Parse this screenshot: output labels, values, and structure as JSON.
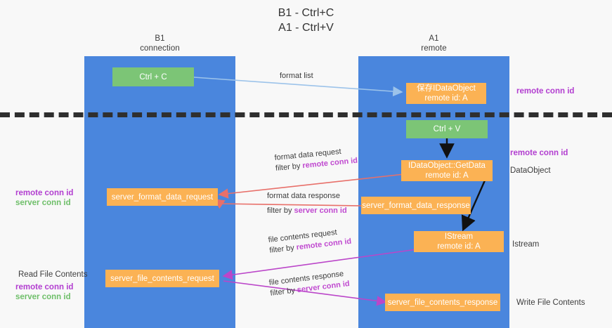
{
  "title": {
    "line1": "B1 - Ctrl+C",
    "line2": "A1 - Ctrl+V"
  },
  "lanes": [
    {
      "id": "b1",
      "title_line1": "B1",
      "title_line2": "connection",
      "color": "#4a86dd"
    },
    {
      "id": "a1",
      "title_line1": "A1",
      "title_line2": "remote",
      "color": "#4a86dd"
    }
  ],
  "nodes": {
    "ctrl_c": {
      "label": "Ctrl + C",
      "sub": "",
      "color": "#7cc576"
    },
    "ctrl_v": {
      "label": "Ctrl + V",
      "sub": "",
      "color": "#7cc576"
    },
    "save_dataobject": {
      "label": "保存IDataObject",
      "sub": "remote id: A",
      "color": "#fbb254"
    },
    "getdata": {
      "label": "IDataObject::GetData",
      "sub": "remote id: A",
      "color": "#fbb254"
    },
    "istream": {
      "label": "IStream",
      "sub": "remote id: A",
      "color": "#fbb254"
    },
    "format_req": {
      "label": "server_format_data_request",
      "sub": "",
      "color": "#fbb254"
    },
    "format_resp": {
      "label": "server_format_data_response",
      "sub": "",
      "color": "#fbb254"
    },
    "file_req": {
      "label": "server_file_contents_request",
      "sub": "",
      "color": "#fbb254"
    },
    "file_resp": {
      "label": "server_file_contents_response",
      "sub": "",
      "color": "#fbb254"
    }
  },
  "edges": {
    "format_list": {
      "text": "format list",
      "color": "#9cc3ea"
    },
    "format_data_request": {
      "text": "format data request",
      "filter_prefix": "filter by ",
      "filter_key": "remote conn id",
      "color": "#e8706a"
    },
    "format_data_response": {
      "text": "format data response",
      "filter_prefix": "filter by ",
      "filter_key": "server conn id",
      "color": "#e8706a"
    },
    "file_contents_request": {
      "text": "file contents request",
      "filter_prefix": "filter by ",
      "filter_key": "remote conn id",
      "color": "#bb46c9"
    },
    "file_contents_response": {
      "text": "file contents response",
      "filter_prefix": "filter by ",
      "filter_key": "server conn id",
      "color": "#bb46c9"
    }
  },
  "side_labels": {
    "right_remote_top": "remote conn id",
    "right_remote_mid": "remote conn id",
    "right_dataobject": "DataObject",
    "right_istream": "Istream",
    "right_write_file": "Write File Contents",
    "left_remote_conn": "remote conn id",
    "left_server_conn": "server conn id",
    "left_read_file": "Read File Contents",
    "left_remote_conn2": "remote conn id",
    "left_server_conn2": "server conn id"
  },
  "colors": {
    "lane": "#4a86dd",
    "orange": "#fbb254",
    "green": "#7cc576",
    "remote_conn": "#b23ed0",
    "server_conn": "#6fbf6a",
    "divider": "#2f2f2f",
    "background": "#f8f8f8"
  }
}
